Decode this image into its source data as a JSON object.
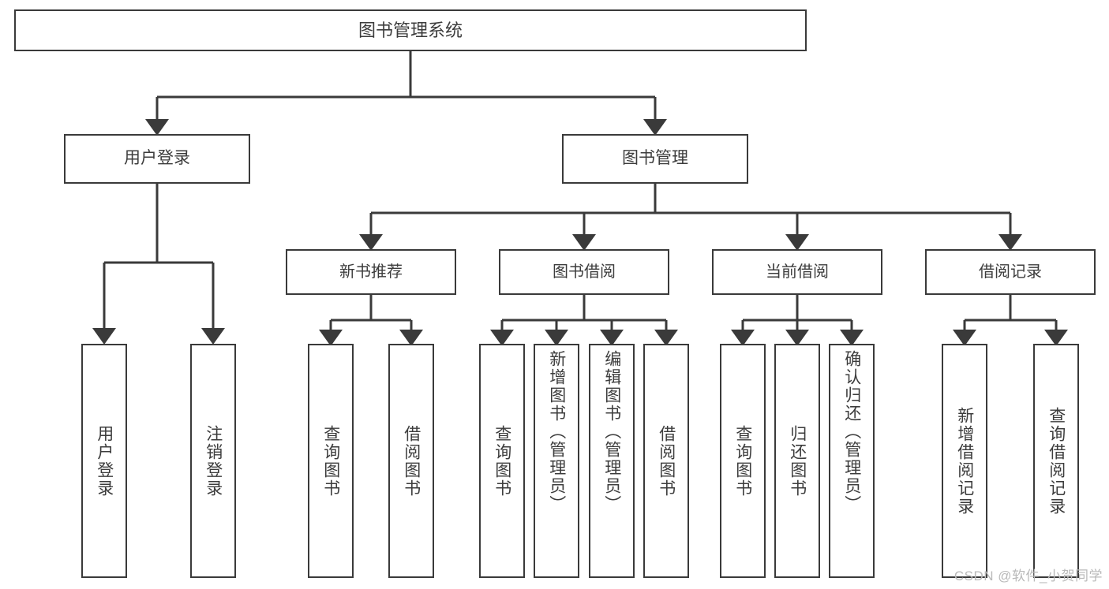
{
  "diagram": {
    "title": "图书管理系统",
    "type": "tree",
    "root": {
      "label": "图书管理系统"
    },
    "level1": [
      {
        "label": "用户登录"
      },
      {
        "label": "图书管理"
      }
    ],
    "level2": [
      {
        "label": "新书推荐"
      },
      {
        "label": "图书借阅"
      },
      {
        "label": "当前借阅"
      },
      {
        "label": "借阅记录"
      }
    ],
    "leaves": {
      "user_login": [
        {
          "label": "用户登录"
        },
        {
          "label": "注销登录"
        }
      ],
      "new_book_recommend": [
        {
          "label": "查询图书"
        },
        {
          "label": "借阅图书"
        }
      ],
      "book_borrow": [
        {
          "label": "查询图书"
        },
        {
          "label": "新增图书（管理员）"
        },
        {
          "label": "编辑图书（管理员）"
        },
        {
          "label": "借阅图书"
        }
      ],
      "current_borrow": [
        {
          "label": "查询图书"
        },
        {
          "label": "归还图书"
        },
        {
          "label": "确认归还（管理员）"
        }
      ],
      "borrow_record": [
        {
          "label": "新增借阅记录"
        },
        {
          "label": "查询借阅记录"
        }
      ]
    }
  },
  "watermark": {
    "text": "CSDN @软件_小贺同学"
  },
  "colors": {
    "stroke": "#3a3a3a",
    "text": "#3c3c3c",
    "background": "#ffffff",
    "watermark": "#b9b9b9"
  }
}
